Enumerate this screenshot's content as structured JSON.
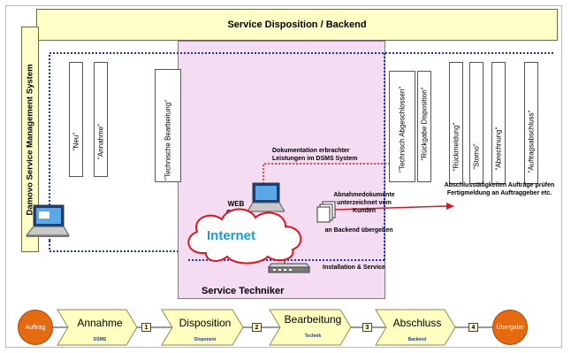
{
  "backend_title": "Service Disposition / Backend",
  "dsms_label": "Damovo Service Management System",
  "service_techniker": "Service Techniker",
  "status_items": [
    {
      "label": "\"Neu\""
    },
    {
      "label": "\"Annahme\""
    },
    {
      "label": "\"Technische Bearbeitung\""
    },
    {
      "label": "\"Technisch Abgeschlossen\""
    },
    {
      "label": "\"Rückgabe Disposition\""
    },
    {
      "label": "\"Rückmeldung\""
    },
    {
      "label": "\"Storno\""
    },
    {
      "label": "\"Abrechnung\""
    },
    {
      "label": "\"Auftragsabschluss\""
    }
  ],
  "documentation_note": "Dokumentation erbrachter Leistungen im DSMS System",
  "web_client": "WEB Client",
  "internet": "Internet",
  "abnahme_docs": "Abnahmedokumente unterzeichnet vom Kunden",
  "an_backend": "an Backend übergeben",
  "installation": "Installation & Service",
  "abschluss_note": "Abschlusstätigkeiten Aufträge prüfen Fertigmeldung an Auftraggeber etc.",
  "process": {
    "start": "Auftrag",
    "end": "Übergabe",
    "steps": [
      {
        "title": "Annahme",
        "sub": "DSMS",
        "num": "1"
      },
      {
        "title": "Disposition",
        "sub": "Disponent",
        "num": "2"
      },
      {
        "title": "Bearbeitung",
        "sub": "Technik",
        "num": "3"
      },
      {
        "title": "Abschluss",
        "sub": "Backend",
        "num": "4"
      }
    ]
  },
  "colors": {
    "yellow_fill": "#ffffc8",
    "pink_fill": "#f4dcf2",
    "dotted_blue": "#1f2fd6",
    "red": "#e0141e",
    "orange": "#e56a10",
    "internet_blue": "#1b9bd7"
  }
}
